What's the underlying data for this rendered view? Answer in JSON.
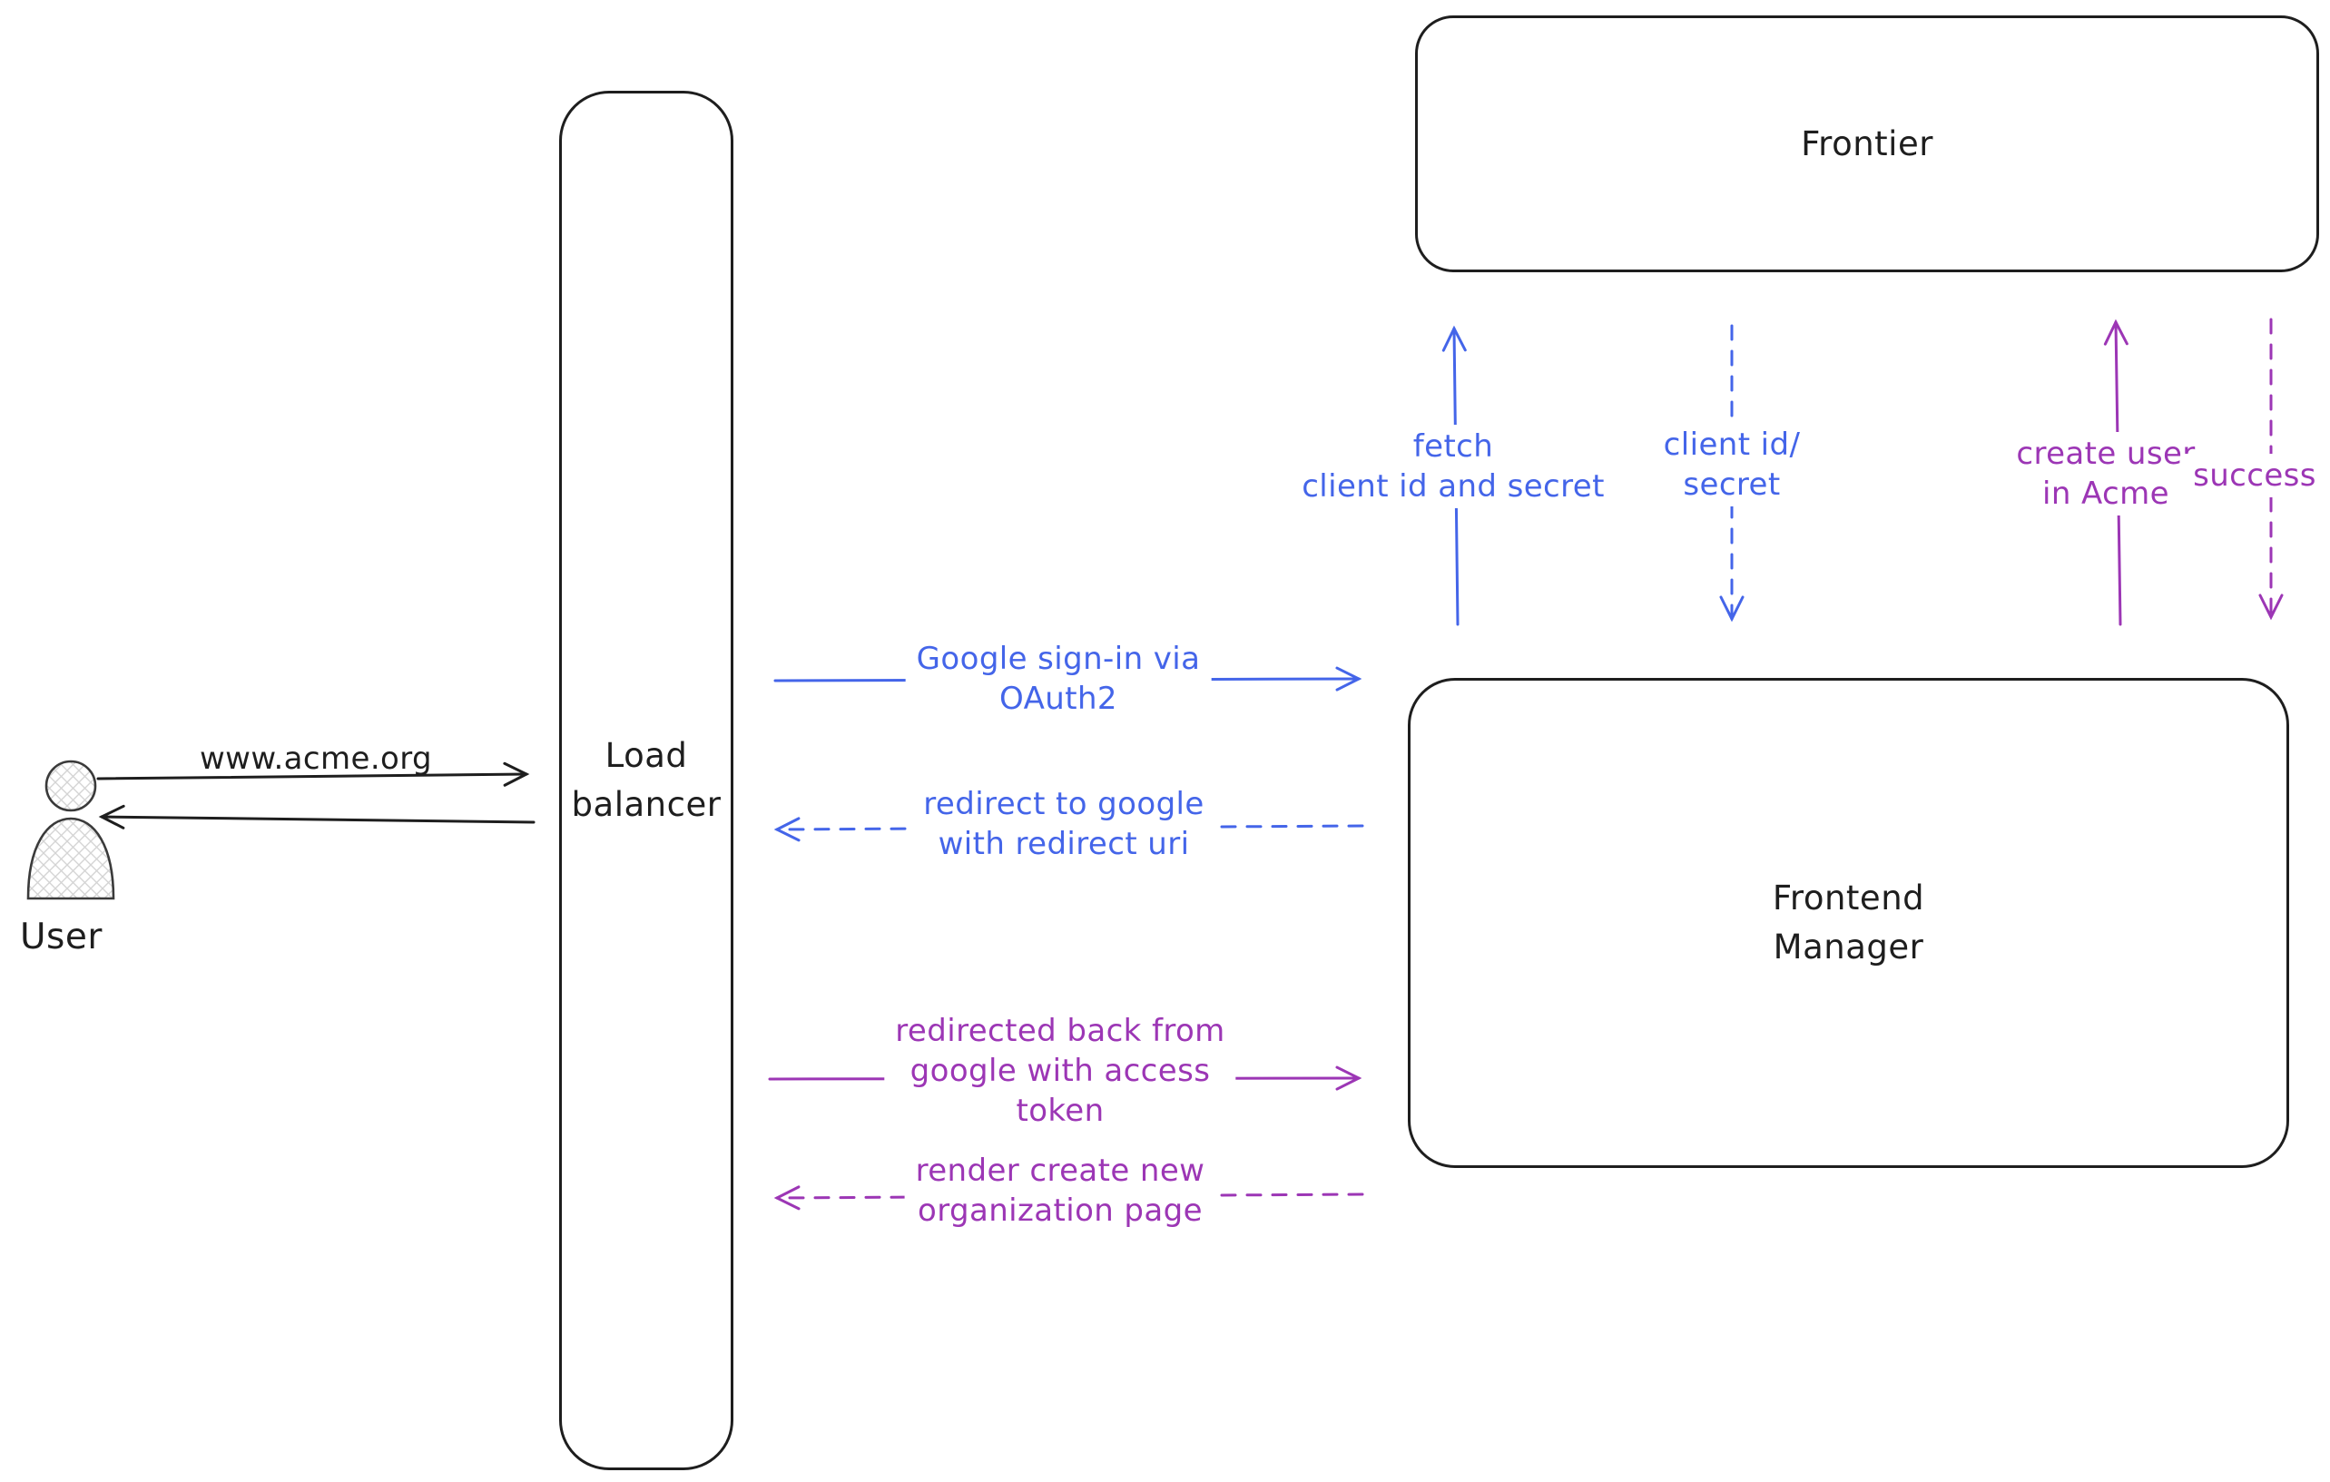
{
  "colors": {
    "ink": "#1e1e1e",
    "blue": "#4465e9",
    "purple": "#9c36b5"
  },
  "actor": {
    "label": "User"
  },
  "nodes": {
    "load_balancer": {
      "line1": "Load",
      "line2": "balancer"
    },
    "frontier": {
      "label": "Frontier"
    },
    "frontend_manager": {
      "line1": "Frontend",
      "line2": "Manager"
    }
  },
  "edges": {
    "www_acme": {
      "label": "www.acme.org"
    },
    "google_signin": {
      "line1": "Google sign-in via",
      "line2": "OAuth2"
    },
    "redirect_google": {
      "line1": "redirect to google",
      "line2": "with redirect uri"
    },
    "redirected_back": {
      "line1": "redirected back from",
      "line2": "google with access",
      "line3": "token"
    },
    "render_page": {
      "line1": "render create new",
      "line2": "organization page"
    },
    "fetch_client": {
      "line1": "fetch",
      "line2": "client id and secret"
    },
    "client_id_secret": {
      "line1": "client id/",
      "line2": "secret"
    },
    "create_user": {
      "line1": "create user",
      "line2": "in Acme"
    },
    "success": {
      "label": "success"
    }
  }
}
